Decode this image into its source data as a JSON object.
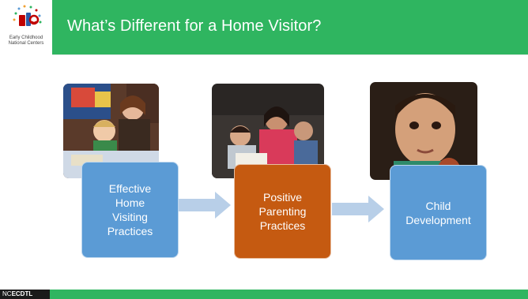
{
  "logo": {
    "text_lines": [
      "Early Childhood",
      "National Centers"
    ]
  },
  "slide": {
    "title": "What’s Different for a Home Visitor?"
  },
  "boxes": [
    {
      "label": "Effective\nHome\nVisiting\nPractices"
    },
    {
      "label": "Positive\nParenting\nPractices"
    },
    {
      "label": "Child\nDevelopment"
    }
  ],
  "footer": {
    "prefix": "NC",
    "suffix": "ECDTL"
  },
  "colors": {
    "green": "#2fb560",
    "blue": "#5b9bd5",
    "orange": "#c55a11",
    "arrow": "#b8cfe8"
  },
  "photos": [
    "photo-mother-and-children-at-table",
    "photo-mother-reading-to-children",
    "photo-young-boy-portrait"
  ]
}
